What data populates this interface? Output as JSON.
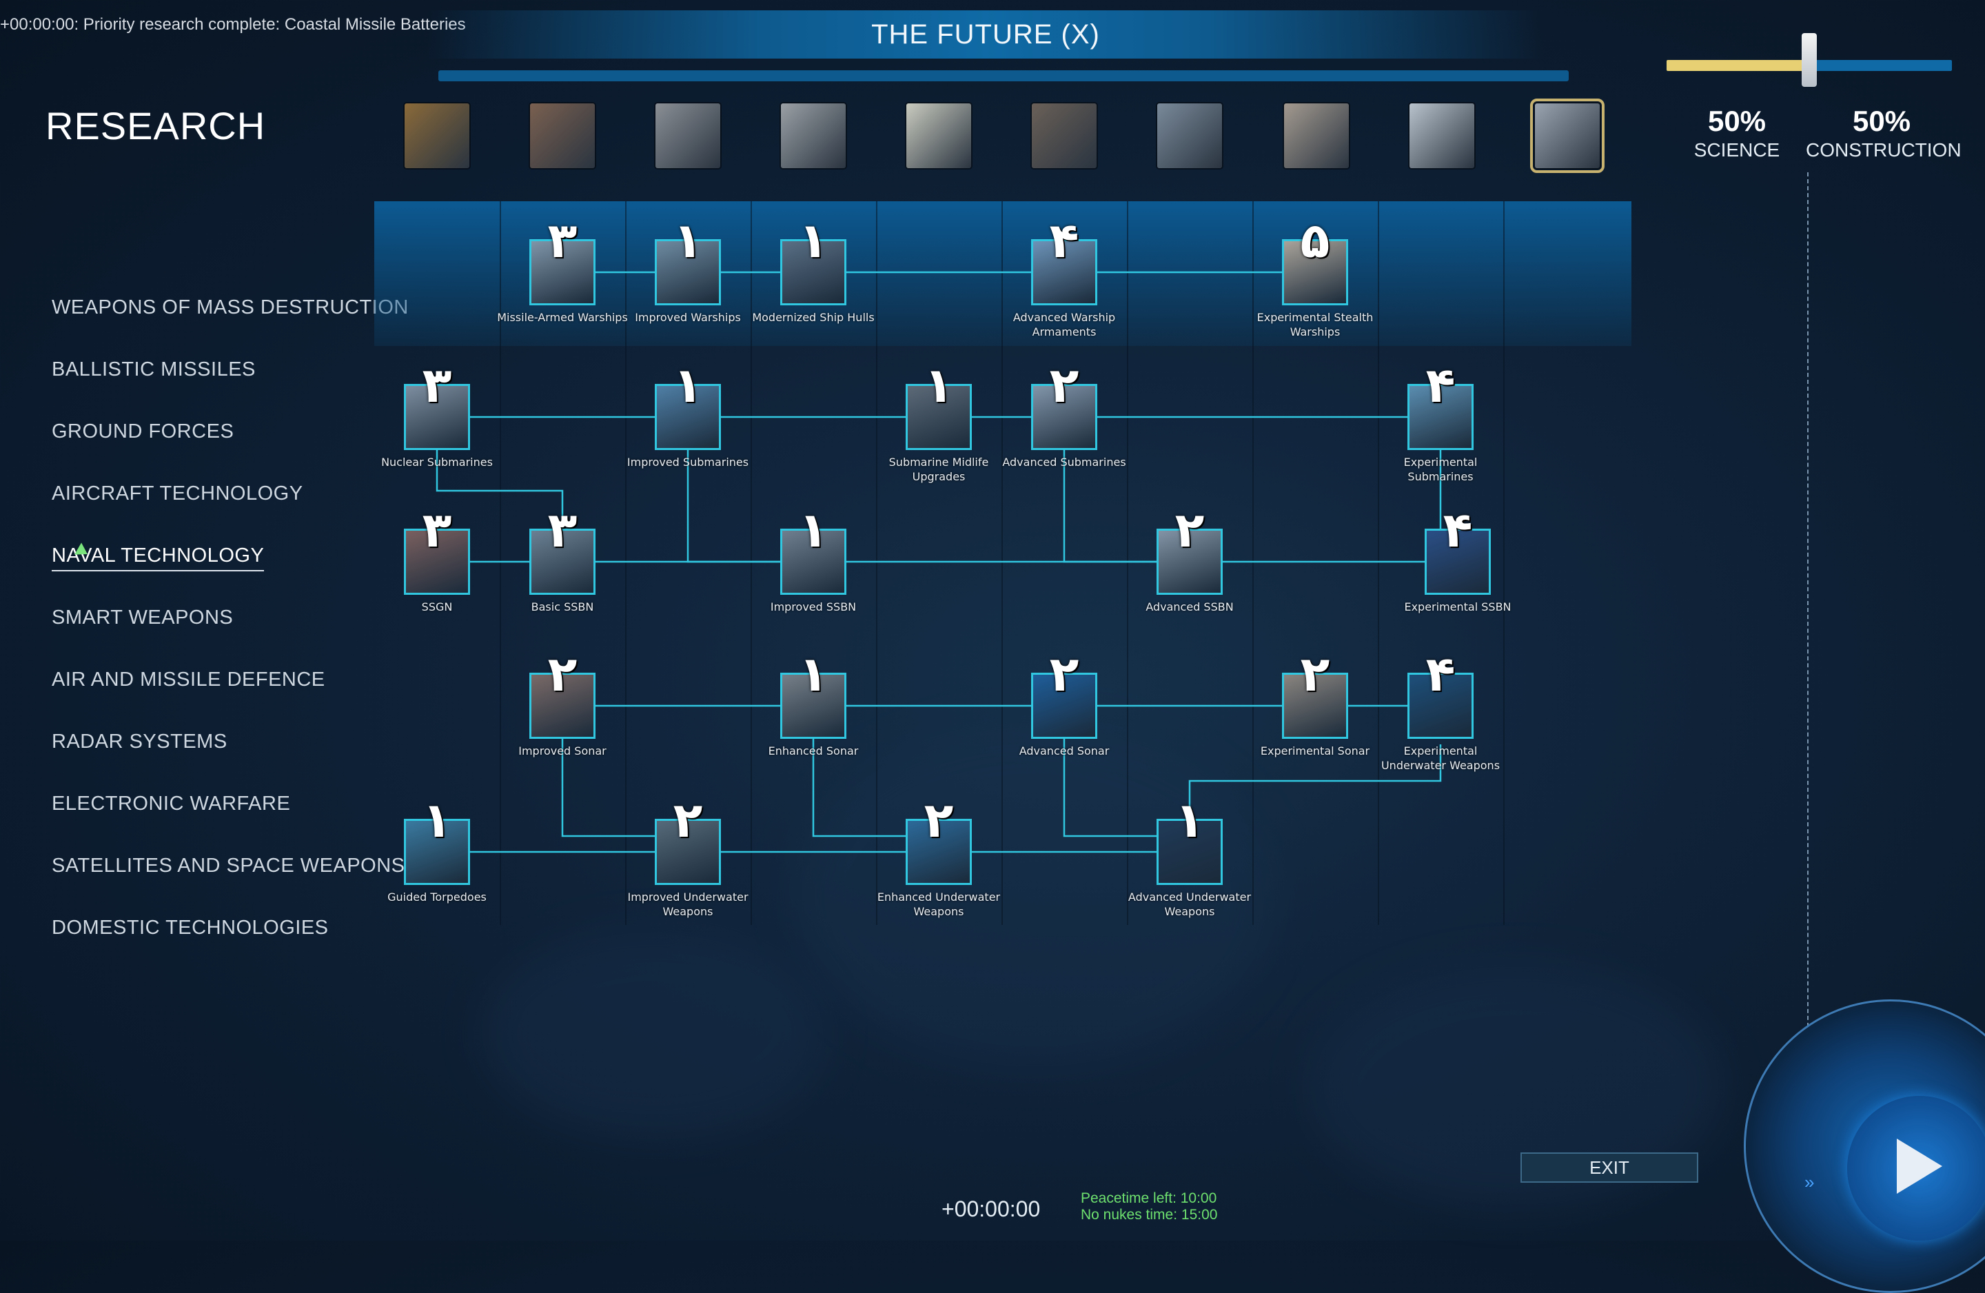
{
  "notification": "+00:00:00: Priority research complete: Coastal Missile Batteries",
  "era_title": "THE FUTURE (X)",
  "heading": "RESEARCH",
  "eras": [
    {
      "icon": "tv-icon",
      "color": "#8a6a3a"
    },
    {
      "icon": "computer-console-icon",
      "color": "#7a6050"
    },
    {
      "icon": "radio-icon",
      "color": "#8a8f95"
    },
    {
      "icon": "brick-phone-icon",
      "color": "#9aa0a5"
    },
    {
      "icon": "desktop-pc-icon",
      "color": "#c9cbbf"
    },
    {
      "icon": "laptop-icon",
      "color": "#6a6058"
    },
    {
      "icon": "smartphone-icon",
      "color": "#7a8a9a"
    },
    {
      "icon": "smartwatch-icon",
      "color": "#a39a90"
    },
    {
      "icon": "drone-icon",
      "color": "#b8c2cc"
    },
    {
      "icon": "future-tech-icon",
      "color": "#9aa4b0",
      "selected": true
    }
  ],
  "allocation": {
    "science_pct": "50%",
    "science_label": "SCIENCE",
    "construction_pct": "50%",
    "construction_label": "CONSTRUCTION",
    "science_share": 0.5
  },
  "categories": [
    "WEAPONS OF MASS DESTRUCTION",
    "BALLISTIC MISSILES",
    "GROUND FORCES",
    "AIRCRAFT TECHNOLOGY",
    "NAVAL TECHNOLOGY",
    "SMART WEAPONS",
    "AIR AND MISSILE DEFENCE",
    "RADAR SYSTEMS",
    "ELECTRONIC WARFARE",
    "SATELLITES AND SPACE WEAPONS",
    "DOMESTIC TECHNOLOGIES"
  ],
  "active_category": "NAVAL TECHNOLOGY",
  "techs": [
    {
      "id": "missile-armed-warships",
      "num": "٣",
      "label": "Missile-Armed Warships",
      "color": "#7f95a8"
    },
    {
      "id": "improved-warships",
      "num": "١",
      "label": "Improved Warships",
      "color": "#6e8aa0"
    },
    {
      "id": "modernized-ship-hulls",
      "num": "١",
      "label": "Modernized Ship Hulls",
      "color": "#5a6f85"
    },
    {
      "id": "advanced-warship-armaments",
      "num": "۴",
      "label": "Advanced Warship Armaments",
      "color": "#6c93b8"
    },
    {
      "id": "experimental-stealth-warships",
      "num": "۵",
      "label": "Experimental Stealth Warships",
      "color": "#a9a39a"
    },
    {
      "id": "nuclear-submarines",
      "num": "٣",
      "label": "Nuclear Submarines",
      "color": "#7d8ea0"
    },
    {
      "id": "improved-submarines",
      "num": "١",
      "label": "Improved Submarines",
      "color": "#4f7fa6"
    },
    {
      "id": "submarine-midlife-upgrades",
      "num": "١",
      "label": "Submarine Midlife Upgrades",
      "color": "#5c6a78"
    },
    {
      "id": "advanced-submarines",
      "num": "٢",
      "label": "Advanced Submarines",
      "color": "#8296aa"
    },
    {
      "id": "experimental-submarines",
      "num": "۴",
      "label": "Experimental Submarines",
      "color": "#5a8db0"
    },
    {
      "id": "ssgn",
      "num": "٣",
      "label": "SSGN",
      "color": "#7a6060"
    },
    {
      "id": "basic-ssbn",
      "num": "٣",
      "label": "Basic SSBN",
      "color": "#6b8193"
    },
    {
      "id": "improved-ssbn",
      "num": "١",
      "label": "Improved SSBN",
      "color": "#6f7f8f"
    },
    {
      "id": "advanced-ssbn",
      "num": "٢",
      "label": "Advanced SSBN",
      "color": "#8294a5"
    },
    {
      "id": "experimental-ssbn",
      "num": "۴",
      "label": "Experimental SSBN",
      "color": "#2a4f86"
    },
    {
      "id": "improved-sonar",
      "num": "٢",
      "label": "Improved Sonar",
      "color": "#7a6a68"
    },
    {
      "id": "enhanced-sonar",
      "num": "١",
      "label": "Enhanced Sonar",
      "color": "#757f88"
    },
    {
      "id": "advanced-sonar",
      "num": "٢",
      "label": "Advanced Sonar",
      "color": "#1e5e9a"
    },
    {
      "id": "experimental-sonar",
      "num": "٢",
      "label": "Experimental Sonar",
      "color": "#8a8580"
    },
    {
      "id": "experimental-underwater-weapons",
      "num": "۴",
      "label": "Experimental Underwater Weapons",
      "color": "#1d4f7a"
    },
    {
      "id": "guided-torpedoes",
      "num": "١",
      "label": "Guided Torpedoes",
      "color": "#3a7aa0"
    },
    {
      "id": "improved-underwater-weapons",
      "num": "٢",
      "label": "Improved Underwater Weapons",
      "color": "#556a7a"
    },
    {
      "id": "enhanced-underwater-weapons",
      "num": "٢",
      "label": "Enhanced Underwater Weapons",
      "color": "#2c6a9a"
    },
    {
      "id": "advanced-underwater-weapons",
      "num": "١",
      "label": "Advanced Underwater Weapons",
      "color": "#203a58"
    }
  ],
  "exit_label": "EXIT",
  "clock": "+00:00:00",
  "peacetime": "Peacetime left: 10:00",
  "no_nukes": "No nukes time: 15:00",
  "colors": {
    "link": "#31c7e0",
    "accent": "#0f6aa5",
    "science": "#e6d073"
  }
}
